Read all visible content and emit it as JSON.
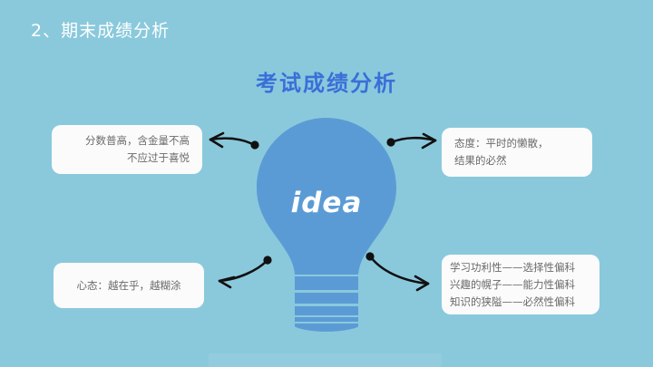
{
  "slide": {
    "background_color": "#8ac9dc",
    "section_heading": "2、期末成绩分析",
    "title": "考试成绩分析",
    "title_color": "#3a6fd8"
  },
  "center_graphic": {
    "icon": "lightbulb-icon",
    "label": "idea",
    "bulb_color": "#5b9bd5",
    "label_color": "#ffffff"
  },
  "callouts": {
    "top_left": {
      "lines": [
        "分数普高，含金量不高",
        "不应过于喜悦"
      ],
      "align": "right"
    },
    "top_right": {
      "lines": [
        "态度：平时的懒散，",
        "结果的必然"
      ],
      "align": "left"
    },
    "bottom_left": {
      "lines": [
        "心态：越在乎，越糊涂"
      ],
      "align": "center"
    },
    "bottom_right": {
      "lines": [
        "学习功利性——选择性偏科",
        "兴趣的幌子——能力性偏科",
        "知识的狭隘——必然性偏科"
      ],
      "align": "left"
    }
  },
  "arrows": {
    "top_left": "arrow-left-icon",
    "top_right": "arrow-right-icon",
    "bottom_left": "arrow-left-down-icon",
    "bottom_right": "arrow-right-down-icon"
  }
}
